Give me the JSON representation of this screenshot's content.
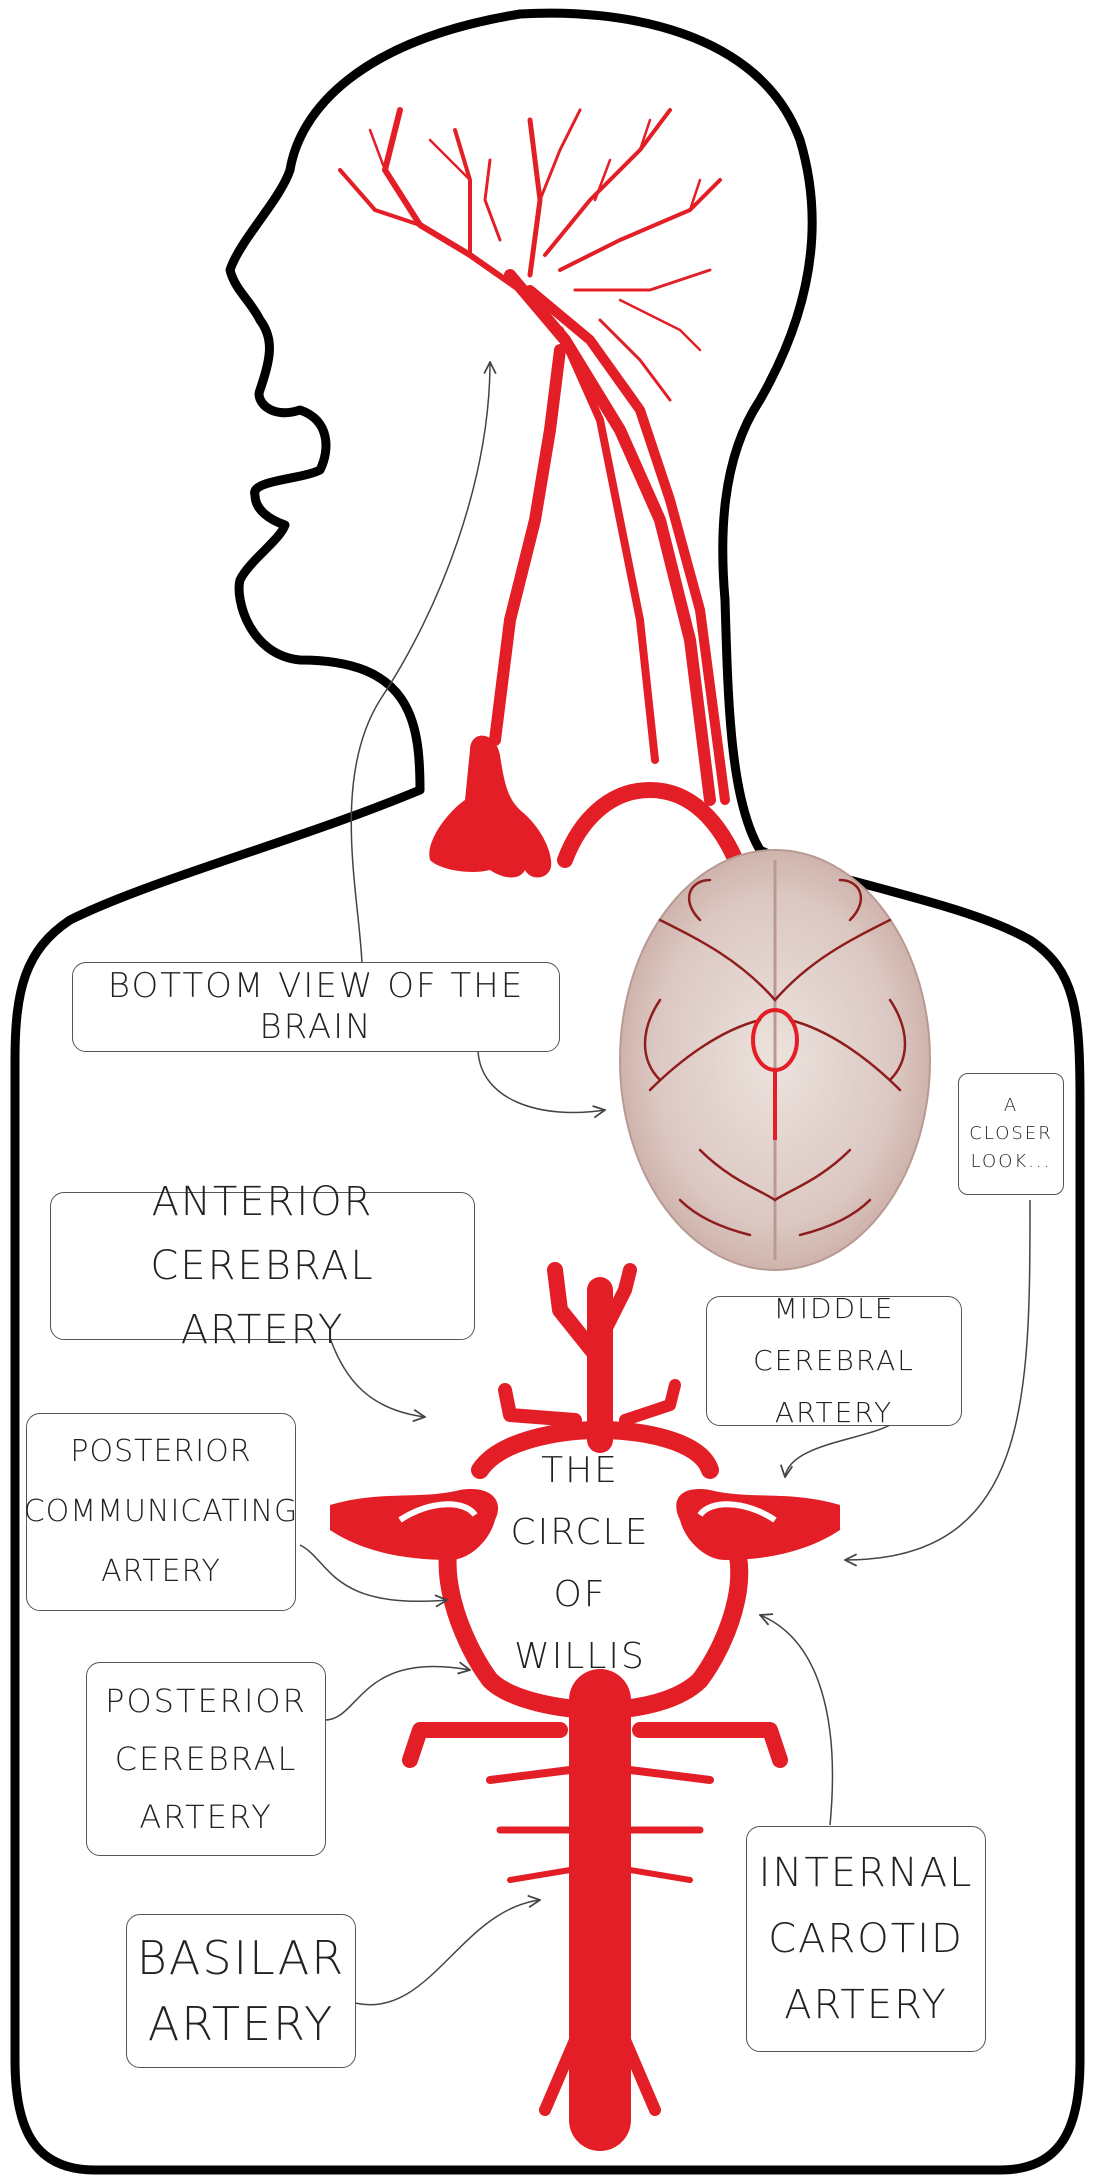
{
  "colors": {
    "artery": "#e41e26",
    "outline": "#000000",
    "label_border": "#555555",
    "brain": "#dcc8c2"
  },
  "labels": {
    "bottom_view": "Bottom view of the brain",
    "closer_look": [
      "A",
      "CLOSER",
      "LOOK..."
    ],
    "anterior_cerebral": [
      "Anterior Cerebral",
      "Artery"
    ],
    "middle_cerebral": [
      "Middle",
      "Cerebral Artery"
    ],
    "posterior_communicating": [
      "Posterior",
      "Communicating",
      "Artery"
    ],
    "posterior_cerebral": [
      "Posterior",
      "Cerebral",
      "Artery"
    ],
    "basilar": [
      "Basilar",
      "Artery"
    ],
    "internal_carotid": [
      "Internal",
      "Carotid",
      "Artery"
    ],
    "circle": [
      "The",
      "Circle",
      "of",
      "Willis"
    ]
  }
}
